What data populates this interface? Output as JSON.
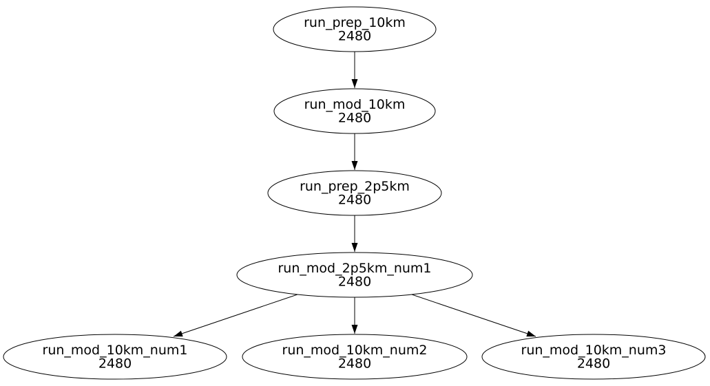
{
  "diagram": {
    "type": "directed-graph",
    "background_color": "#ffffff",
    "node_fill_color": "#ffffff",
    "node_stroke_color": "#000000",
    "edge_color": "#000000",
    "text_color": "#000000",
    "nodes": [
      {
        "id": "run_prep_10km",
        "label": "run_prep_10km",
        "value": "2480"
      },
      {
        "id": "run_mod_10km",
        "label": "run_mod_10km",
        "value": "2480"
      },
      {
        "id": "run_prep_2p5km",
        "label": "run_prep_2p5km",
        "value": "2480"
      },
      {
        "id": "run_mod_2p5km_num1",
        "label": "run_mod_2p5km_num1",
        "value": "2480"
      },
      {
        "id": "run_mod_10km_num1",
        "label": "run_mod_10km_num1",
        "value": "2480"
      },
      {
        "id": "run_mod_10km_num2",
        "label": "run_mod_10km_num2",
        "value": "2480"
      },
      {
        "id": "run_mod_10km_num3",
        "label": "run_mod_10km_num3",
        "value": "2480"
      }
    ],
    "edges": [
      {
        "from": "run_prep_10km",
        "to": "run_mod_10km"
      },
      {
        "from": "run_mod_10km",
        "to": "run_prep_2p5km"
      },
      {
        "from": "run_prep_2p5km",
        "to": "run_mod_2p5km_num1"
      },
      {
        "from": "run_mod_2p5km_num1",
        "to": "run_mod_10km_num1"
      },
      {
        "from": "run_mod_2p5km_num1",
        "to": "run_mod_10km_num2"
      },
      {
        "from": "run_mod_2p5km_num1",
        "to": "run_mod_10km_num3"
      }
    ]
  }
}
